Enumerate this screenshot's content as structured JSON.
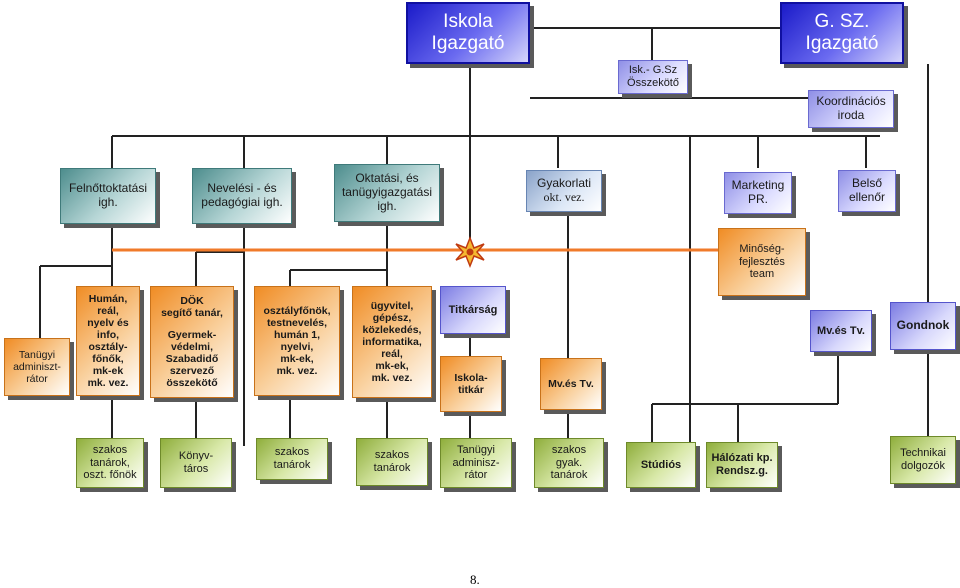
{
  "boxes": {
    "iskola_igazgato": "Iskola\nIgazgató",
    "gsz_igazgato": "G. SZ.\nIgazgató",
    "osszekoto": "Isk.- G.Sz\nÖsszekötő",
    "koordinacios": "Koordinációs\niroda",
    "felnottoktatasi": "Felnőttoktatási\nigh.",
    "nevelesi": "Nevelési - és\npedagógiai igh.",
    "oktatasi": "Oktatási, és\ntanügyigazgatási\nigh.",
    "gyakorlati_1": "Gyakorlati",
    "gyakorlati_2": "okt. vez.",
    "marketing": "Marketing\nPR.",
    "belso_ellenor": "Belső\nellenőr",
    "minoseg": "Minőség-\nfejlesztés\nteam",
    "tanugyi_adm": "Tanügyi\nadminiszt-\nrátor",
    "human": "Humán,\nreál,\nnyelv és\ninfo,\nosztály-\nfőnők,\nmk-ek\nmk. vez.",
    "dok_1": "DÖK\nsegítő tanár,",
    "dok_2": "Gyermek-\nvédelmi,\nSzabadidő\nszervező\nösszekötő",
    "osztalyfonokok": "osztályfőnök,\ntestnevelés,\nhumán 1,\nnyelvi,\nmk-ek,\nmk. vez.",
    "ugyvitel": "ügyvitel,\ngépész,\nközlekedés,\ninformatika,\nreál,\nmk-ek,\nmk. vez.",
    "titkarsag": "Titkárság",
    "iskolatitkar": "Iskola-\ntitkár",
    "mv_tv_1": "Mv.és Tv.",
    "mv_tv_2": "Mv.és Tv.",
    "gondnok": "Gondnok",
    "szakos_oszt": "szakos\ntanárok,\noszt. főnök",
    "konyvtaros": "Könyv-\ntáros",
    "szakos_1": "szakos\ntanárok",
    "szakos_2": "szakos\ntanárok",
    "tanugyi_adm_2": "Tanügyi\nadminisz-\nrátor",
    "szakos_gyak": "szakos\ngyak.\ntanárok",
    "studios": "Stúdiós",
    "halozati": "Hálózati kp.\nRendsz.g.",
    "technikai": "Technikai\ndolgozók"
  },
  "page_number": "8.",
  "colors": {
    "line": "#222222",
    "orange_line": "#f07a2a",
    "star": "#e85a10"
  }
}
